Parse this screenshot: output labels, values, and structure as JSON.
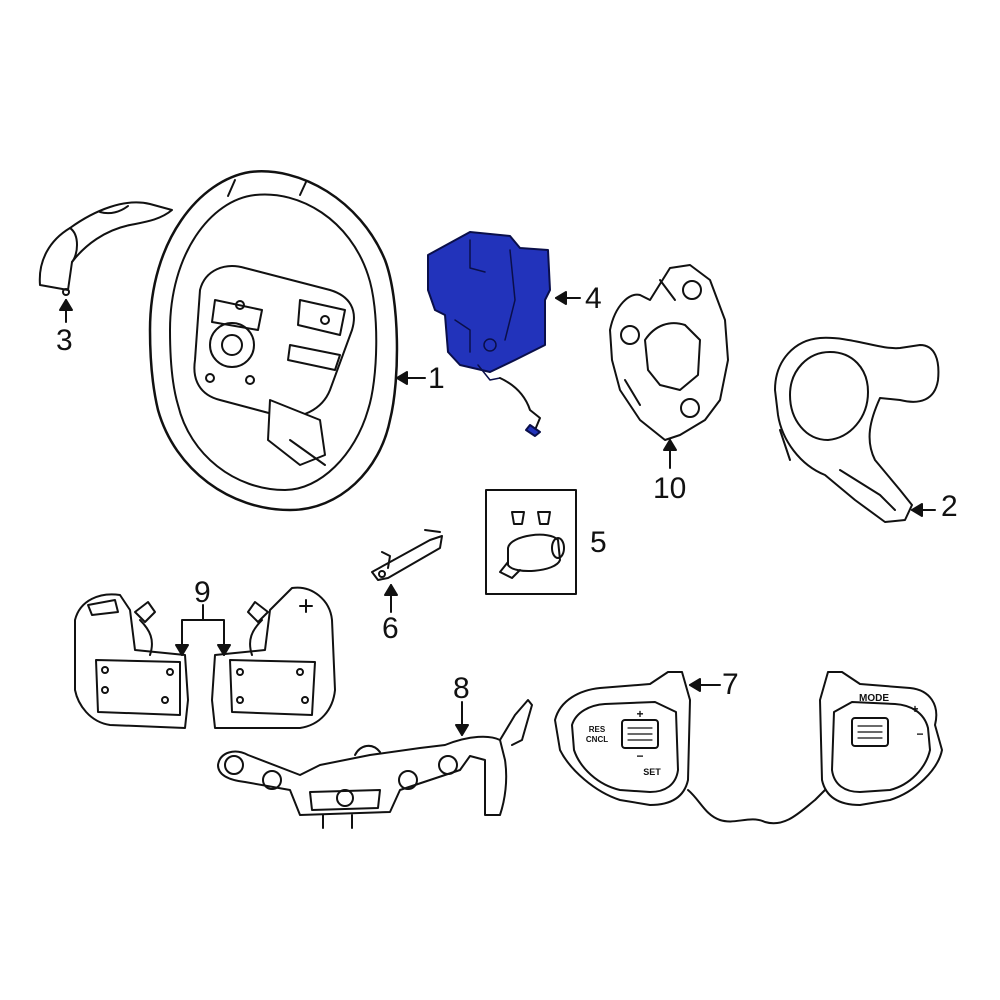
{
  "callouts": {
    "c1": "1",
    "c2": "2",
    "c3": "3",
    "c4": "4",
    "c5": "5",
    "c6": "6",
    "c7": "7",
    "c8": "8",
    "c9": "9",
    "c10": "10"
  },
  "button_labels": {
    "mode": "MODE",
    "res_line1": "RES",
    "res_line2": "CNCL",
    "set": "SET",
    "plus": "+",
    "minus": "−"
  },
  "colors": {
    "highlight": "#2233bb",
    "line": "#111111",
    "background": "#ffffff"
  }
}
